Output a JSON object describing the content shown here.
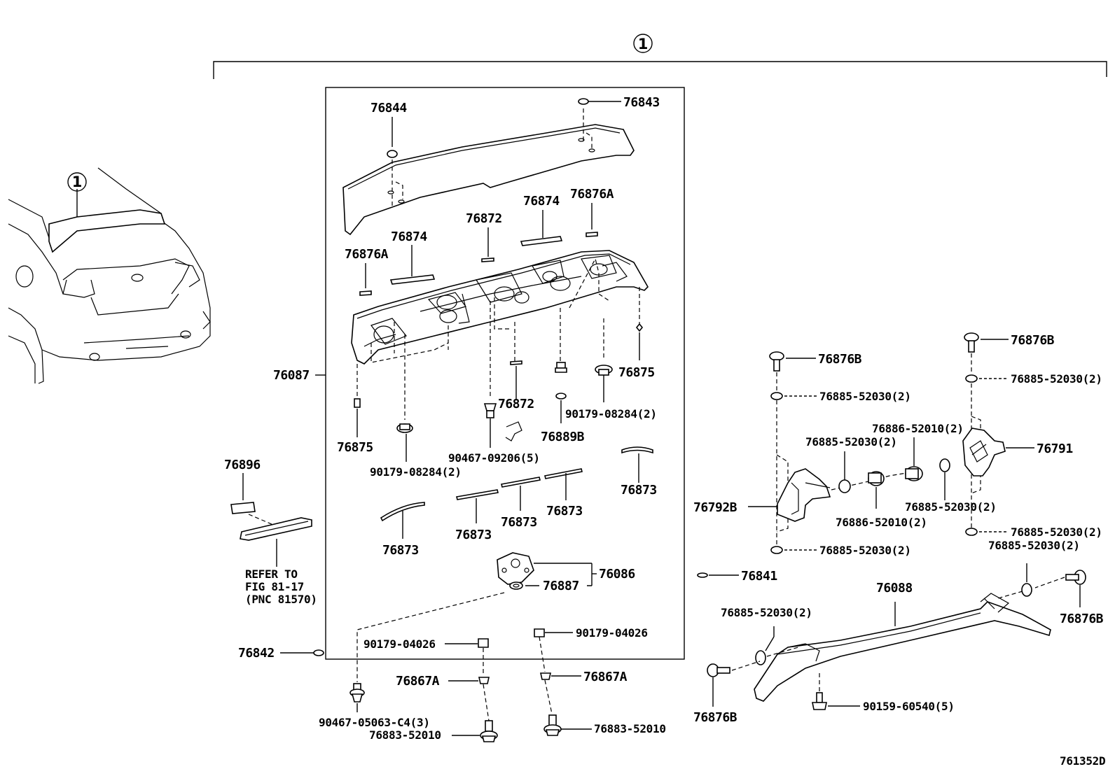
{
  "callout_main": "1",
  "callout_car": "1",
  "labels": {
    "p76844": "76844",
    "p76843": "76843",
    "p76874a": "76874",
    "p76876A_r": "76876A",
    "p76872_top": "76872",
    "p76874b": "76874",
    "p76876A_l": "76876A",
    "p76087": "76087",
    "p76875_r": "76875",
    "p76875_l": "76875",
    "p76872_mid": "76872",
    "p90179_08284_r": "90179-08284(2)",
    "p76889B": "76889B",
    "p90467_09206": "90467-09206(5)",
    "p90179_08284_l": "90179-08284(2)",
    "p76873_r": "76873",
    "p76873_a": "76873",
    "p76873_b": "76873",
    "p76873_c": "76873",
    "p76873_d": "76873",
    "p76086": "76086",
    "p76887": "76887",
    "p76896": "76896",
    "refer_1": "REFER TO",
    "refer_2": "FIG 81-17",
    "refer_3": "(PNC 81570)",
    "p76842": "76842",
    "p90179_04026_l": "90179-04026",
    "p90179_04026_r": "90179-04026",
    "p76867A_l": "76867A",
    "p76867A_r": "76867A",
    "p90467_05063": "90467-05063-C4(3)",
    "p76883_l": "76883-52010",
    "p76883_r": "76883-52010",
    "p76876B_1": "76876B",
    "p76885_1": "76885-52030(2)",
    "p76876B_2": "76876B",
    "p76885_2": "76885-52030(2)",
    "p76886_1": "76886-52010(2)",
    "p76885_3": "76885-52030(2)",
    "p76791": "76791",
    "p76792B": "76792B",
    "p76886_2": "76886-52010(2)",
    "p76885_4": "76885-52030(2)",
    "p76885_5": "76885-52030(2)",
    "p76885_6": "76885-52030(2)",
    "p76885_7": "76885-52030(2)",
    "p76841": "76841",
    "p76088": "76088",
    "p76885_8": "76885-52030(2)",
    "p76876B_3": "76876B",
    "p76876B_4": "76876B",
    "p90159": "90159-60540(5)",
    "fig_id": "761352D"
  }
}
